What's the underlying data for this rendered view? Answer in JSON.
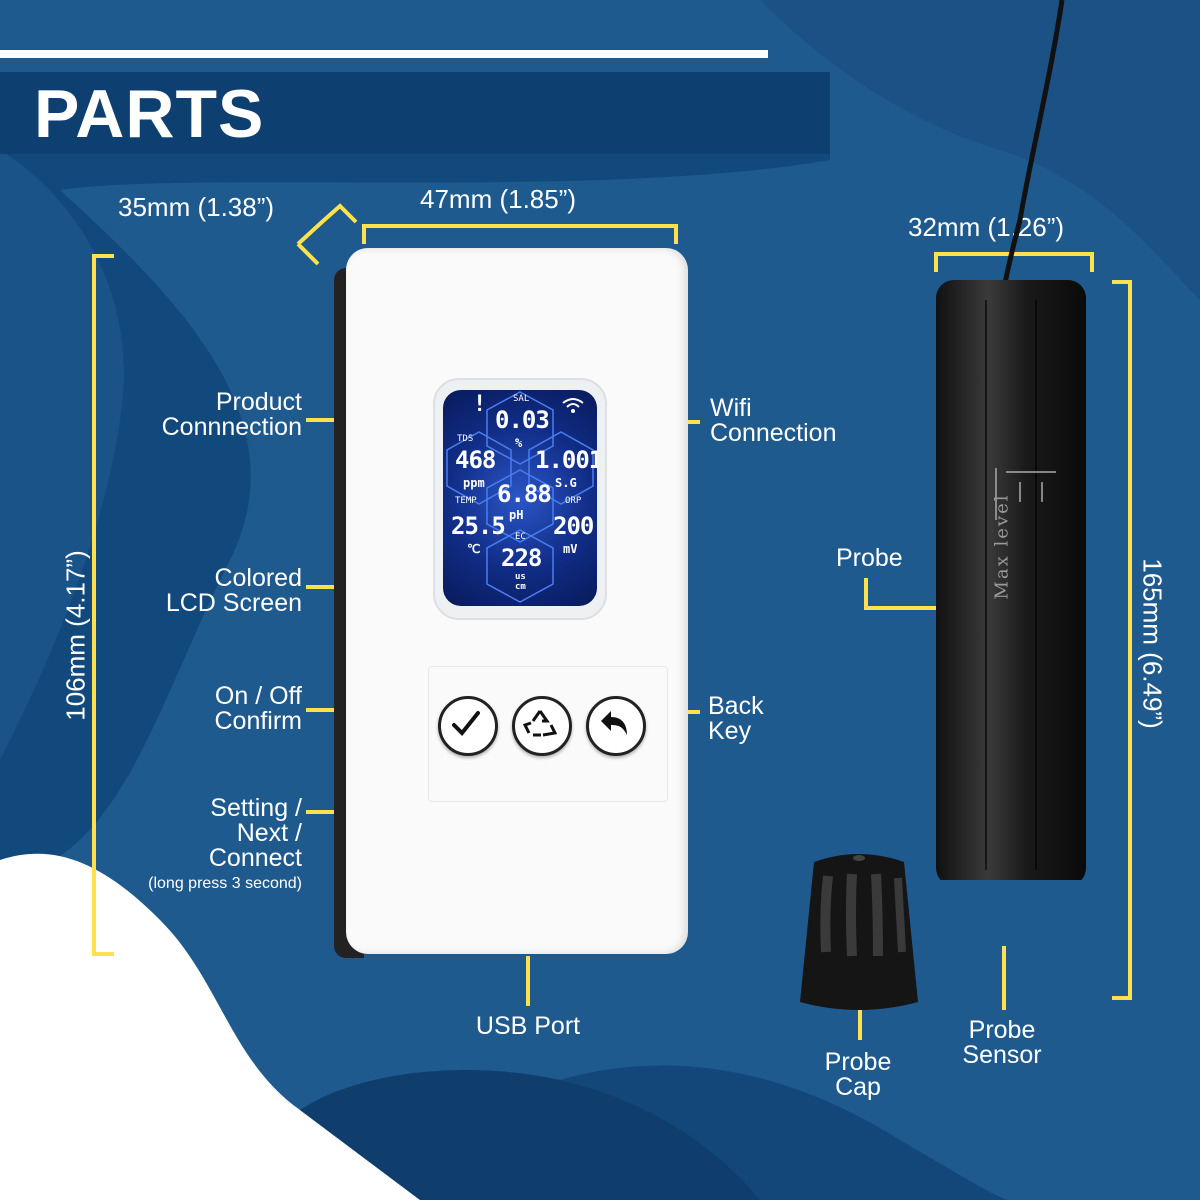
{
  "title": "PARTS",
  "colors": {
    "background": "#1e5a8e",
    "dark_band": "#0d3f70",
    "accent_line": "#ffe14d",
    "white_wave": "#ffffff"
  },
  "dimensions": {
    "depth": "35mm (1.38”)",
    "width": "47mm (1.85”)",
    "height": "106mm (4.17”)",
    "probe_diameter": "32mm (1.26”)",
    "probe_length": "165mm (6.49”)"
  },
  "labels": {
    "product_connection": [
      "Product",
      "Connnection"
    ],
    "wifi_connection": [
      "Wifi",
      "Connection"
    ],
    "lcd_screen": [
      "Colored",
      "LCD Screen"
    ],
    "on_off": [
      "On / Off",
      "Confirm"
    ],
    "back_key": [
      "Back",
      "Key"
    ],
    "setting": [
      "Setting /",
      "Next /",
      "Connect"
    ],
    "setting_note": "(long press 3 second)",
    "usb_port": "USB Port",
    "probe": "Probe",
    "probe_cap": [
      "Probe",
      "Cap"
    ],
    "probe_sensor": [
      "Probe",
      "Sensor"
    ]
  },
  "lcd": {
    "alert": "!",
    "sal_label": "SAL",
    "sal_value": "0.03",
    "sal_unit": "%",
    "tds_label": "TDS",
    "tds_value": "468",
    "tds_unit": "ppm",
    "sg_value": "1.001",
    "sg_unit": "S.G",
    "ph_value": "6.88",
    "ph_unit": "pH",
    "temp_label": "TEMP",
    "temp_value": "25.5",
    "temp_unit": "℃",
    "orp_label": "ORP",
    "orp_value": "200",
    "orp_unit": "mV",
    "ec_label": "EC",
    "ec_value": "228",
    "ec_unit_top": "us",
    "ec_unit_bottom": "cm"
  },
  "probe_marking": "Max level",
  "icons": [
    "check-icon",
    "recycle-icon",
    "back-arrow-icon",
    "wifi-icon"
  ]
}
